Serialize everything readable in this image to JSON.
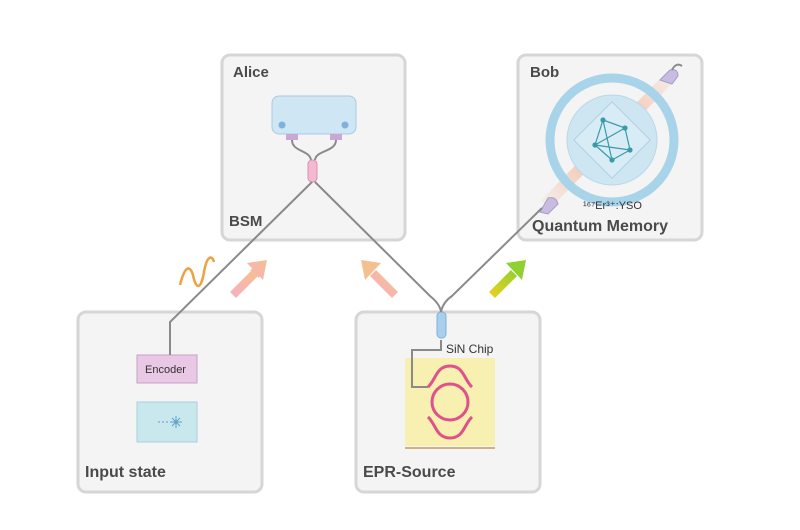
{
  "panels": {
    "alice": {
      "title": "Alice",
      "sublabel": "BSM"
    },
    "bob": {
      "title": "Bob",
      "crystal": "¹⁶⁷Er³⁺:YSO",
      "sublabel": "Quantum Memory"
    },
    "input": {
      "title": "Input state",
      "encoder": "Encoder"
    },
    "epr": {
      "title": "EPR-Source",
      "chip": "SiN Chip"
    }
  },
  "colors": {
    "panel_bg": "#f4f4f4",
    "panel_border": "#d6d6d6",
    "fiber": "#8a8a8a",
    "arrow_pink": "#f2a0b0",
    "arrow_yellowgreen": "#c8dc2a",
    "wave": "#f0a040",
    "chip_bg": "#f7f0b0",
    "ring": "#e0508a",
    "memory_ring": "#a8d4ea"
  }
}
